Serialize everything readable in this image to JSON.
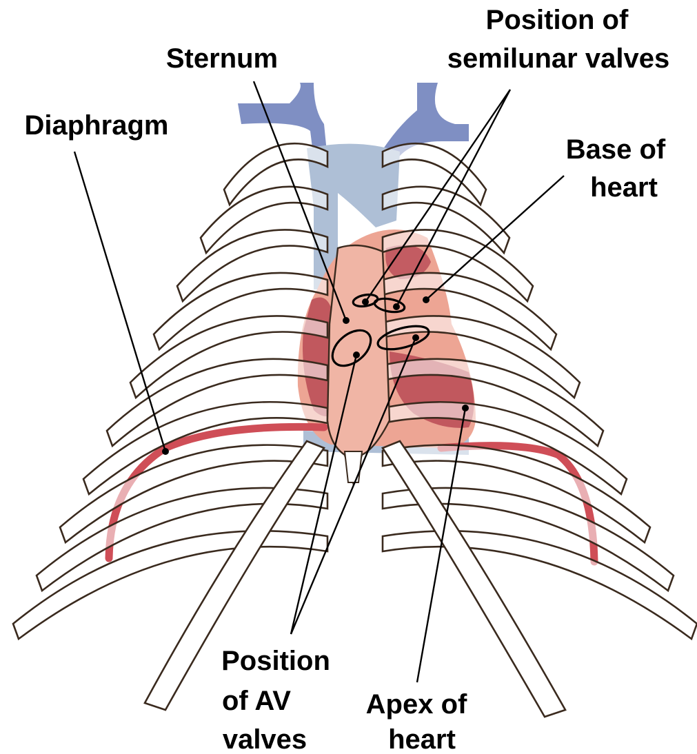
{
  "labels": {
    "sternum": "Sternum",
    "diaphragm": "Diaphragm",
    "semilunar_1": "Position of",
    "semilunar_2": "semilunar valves",
    "base_1": "Base of",
    "base_2": "heart",
    "av_1": "Position",
    "av_2": "of AV",
    "av_3": "valves",
    "apex_1": "Apex of",
    "apex_2": "heart"
  },
  "colors": {
    "vein_blue": "#7f8fc3",
    "vessel_light_blue": "#aebfd6",
    "heart_pink": "#eda594",
    "heart_dark_red": "#b84a55",
    "sternum_fill": "#f0b5a5",
    "diaphragm_red": "#cf4e57",
    "rib_outline": "#3a2a1e"
  }
}
